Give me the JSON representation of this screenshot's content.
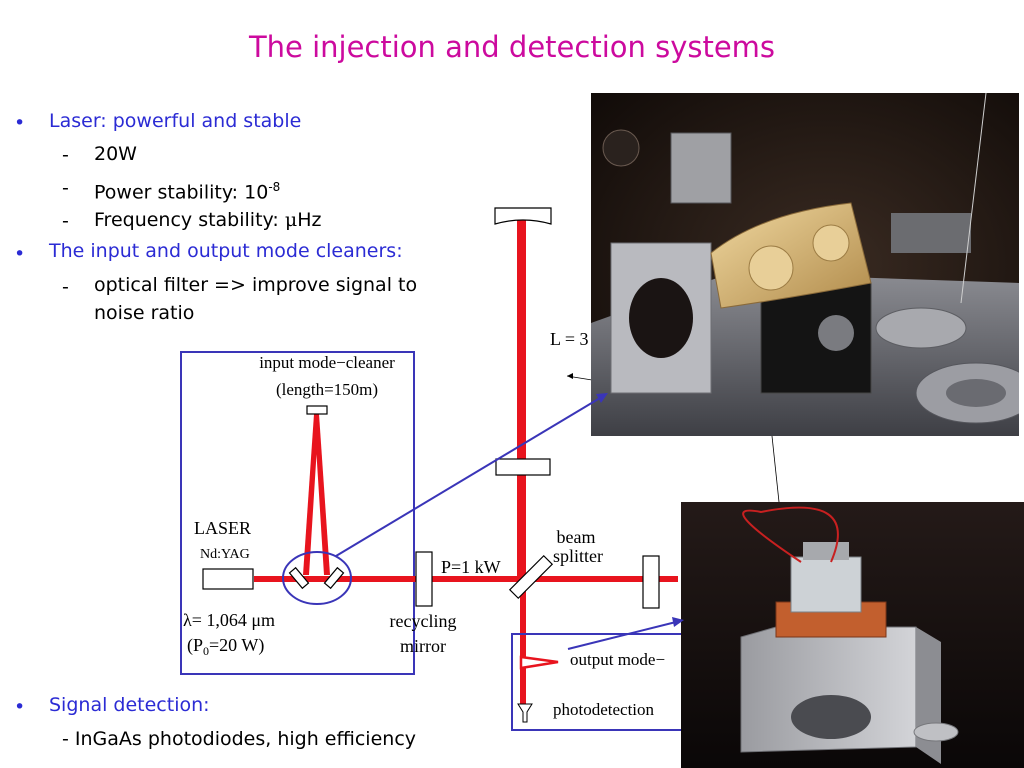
{
  "title": "The injection  and detection systems",
  "bullets": {
    "laser": {
      "heading": "Laser: powerful and stable",
      "items": [
        "20W",
        "Power stability: 10",
        "Frequency stability: "
      ],
      "power_exp": "-8",
      "freq_unit_mu": "μ",
      "freq_unit_rest": "Hz"
    },
    "mode_cleaners": {
      "heading": "The input and output mode cleaners:",
      "item_line1": "optical filter => improve signal to",
      "item_line2": "noise ratio"
    },
    "detection": {
      "heading": "Signal detection:",
      "item": "- InGaAs photodiodes, high efficiency"
    }
  },
  "diagram": {
    "imc_label": "input mode−cleaner",
    "imc_length": "(length=150m)",
    "laser_label": "LASER",
    "laser_type": "Nd:YAG",
    "wavelength": "λ= 1,064 μm",
    "power_p0_open": "(P",
    "power_p0_sub": "0",
    "power_p0_close": "=20 W)",
    "recycling_1": "recycling",
    "recycling_2": "mirror",
    "p_label": "P=1 kW",
    "beam_1": "beam",
    "beam_2": "splitter",
    "l_label": "L = 3",
    "output_mode": "output mode−",
    "photodetection": "photodetection"
  },
  "colors": {
    "title": "#cc0a9e",
    "bullet": "#2b2bd4",
    "beam": "#e8141e",
    "box": "#3a35b8"
  }
}
